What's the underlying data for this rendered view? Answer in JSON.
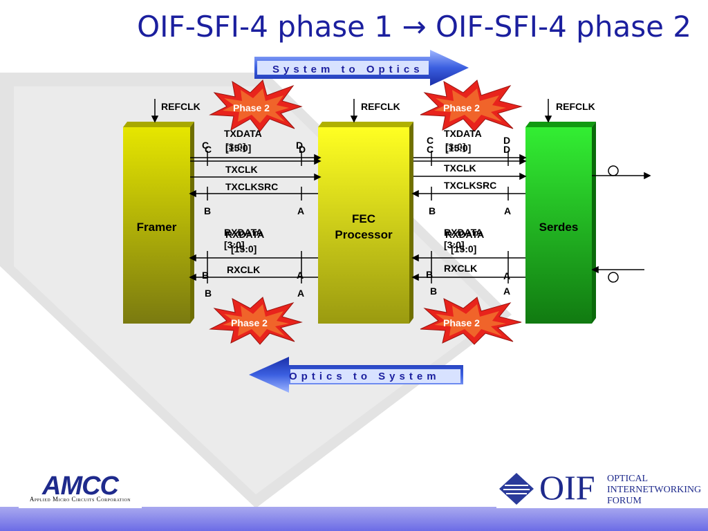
{
  "title": "OIF-SFI-4 phase 1 → OIF-SFI-4 phase 2",
  "arrows": {
    "system_to_optics": "System to Optics",
    "optics_to_system": "Optics to System"
  },
  "blocks": {
    "framer": "Framer",
    "fec_line1": "FEC",
    "fec_line2": "Processor",
    "serdes": "Serdes"
  },
  "refclk": "REFCLK",
  "phase2": "Phase 2",
  "signals": {
    "txdata": "TXDATA",
    "txdata_phase1_bus": "[15:0]",
    "txdata_phase2_bus": "[3:0]",
    "txclk": "TXCLK",
    "txclksrc": "TXCLKSRC",
    "rxdata": "RXDATA",
    "rxdata_phase1_bus": "[15:0]",
    "rxdata_phase2_bus": "[3:0]",
    "rxclk": "RXCLK"
  },
  "points": {
    "a": "A",
    "b": "B",
    "c": "C",
    "d": "D"
  },
  "logos": {
    "amcc_word": "AMCC",
    "amcc_sub": "Applied Micro Circuits Corporation",
    "oif_word": "OIF",
    "oif_line1": "OPTICAL",
    "oif_line2": "INTERNETWORKING",
    "oif_line3": "FORUM"
  },
  "colors": {
    "title": "#1b1f9e",
    "framer": "#c8c800",
    "fec": "#e6e600",
    "serdes": "#22c322",
    "burst": "#e8231c",
    "arrow": "#2a4ccf",
    "footer": "#7a7ae8"
  }
}
